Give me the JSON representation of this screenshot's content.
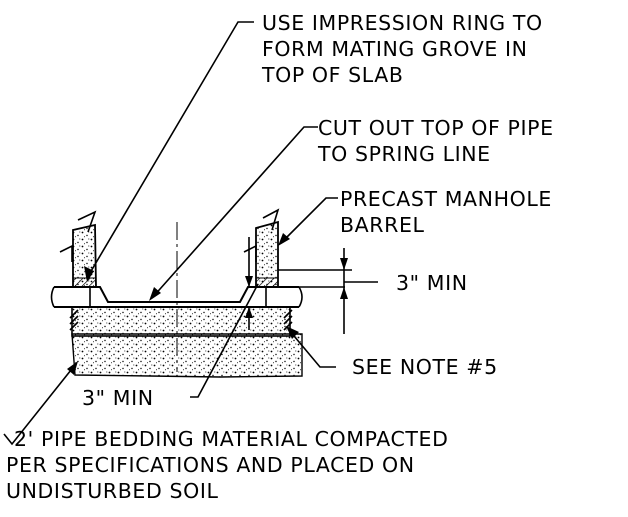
{
  "callouts": {
    "impression_ring": [
      "USE IMPRESSION RING TO",
      "FORM MATING GROVE IN",
      "TOP OF SLAB"
    ],
    "cut_out": [
      "CUT OUT TOP OF PIPE",
      "TO SPRING LINE"
    ],
    "precast_barrel": [
      "PRECAST MANHOLE",
      "BARREL"
    ],
    "dimension_right": "3\" MIN",
    "see_note": "SEE NOTE #5",
    "dimension_bottom": "3\" MIN",
    "bedding": [
      "2' PIPE BEDDING MATERIAL COMPACTED",
      "PER SPECIFICATIONS AND PLACED ON",
      "UNDISTURBED SOIL"
    ]
  },
  "colors": {
    "ink": "#000000",
    "paper": "#ffffff"
  }
}
